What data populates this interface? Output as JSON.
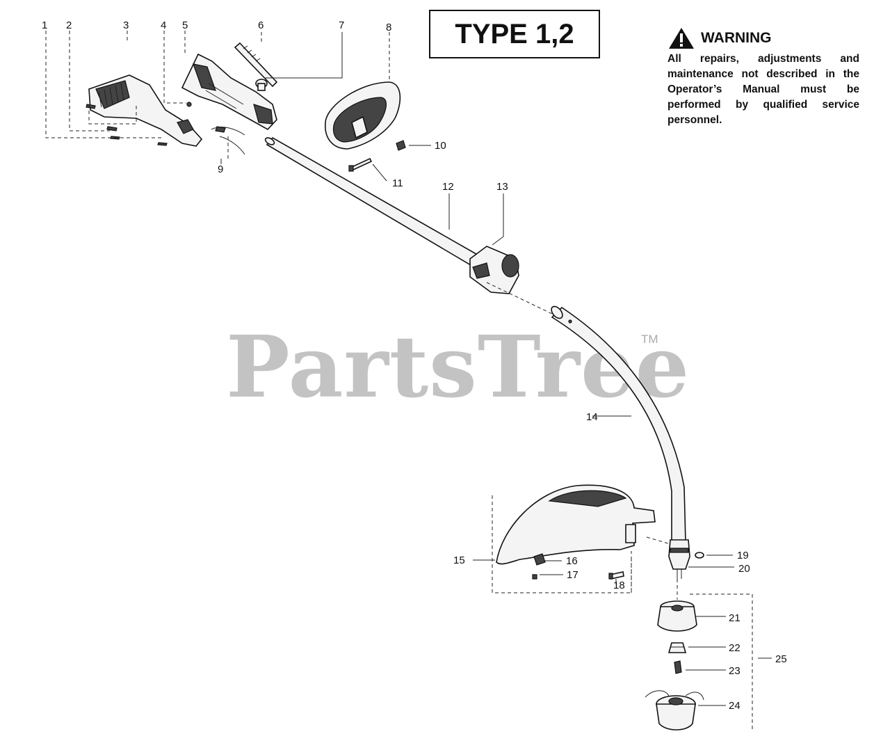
{
  "type_label": "TYPE 1,2",
  "warning": {
    "heading": "WARNING",
    "text": "All repairs, adjustments and maintenance not described in the Operator’s Manual must be performed by qualified  service personnel."
  },
  "watermark": {
    "brand": "PartsTree",
    "trademark": "TM"
  },
  "callouts": [
    "1",
    "2",
    "3",
    "4",
    "5",
    "6",
    "7",
    "8",
    "9",
    "10",
    "11",
    "12",
    "13",
    "14",
    "15",
    "16",
    "17",
    "18",
    "19",
    "20",
    "21",
    "22",
    "23",
    "24",
    "25"
  ]
}
